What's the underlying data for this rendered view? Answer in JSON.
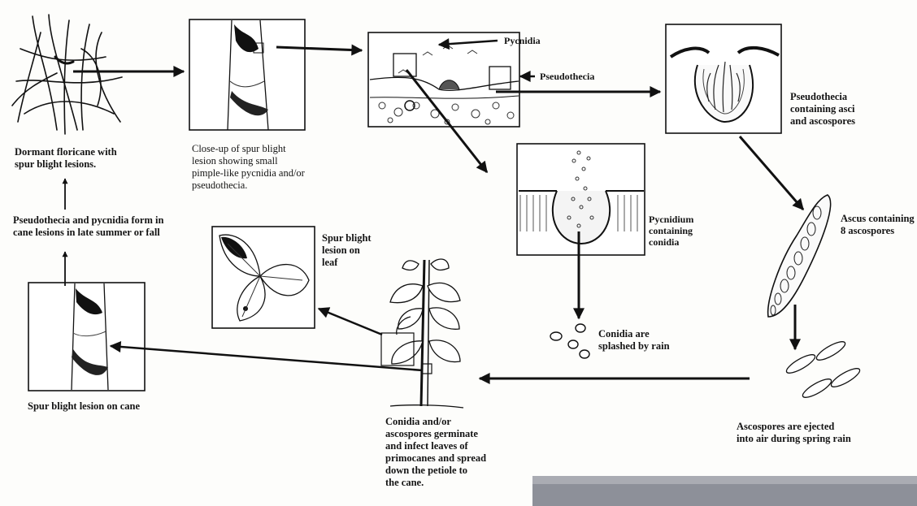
{
  "labels": {
    "dormant_floricane": "Dormant floricane with\nspur blight lesions.",
    "closeup_lesion": "Close-up of spur blight\nlesion showing small\npimple-like pycnidia and/or\npseudothecia.",
    "pycnidia": "Pycnidia",
    "pseudothecia": "Pseudothecia",
    "pseudothecia_asci": "Pseudothecia\ncontaining asci\nand ascospores",
    "ascus_8": "Ascus containing\n8 ascospores",
    "pycnidium_conidia": "Pycnidium\ncontaining\nconidia",
    "pseudothecia_form": "Pseudothecia and pycnidia form in\ncane lesions in late summer or fall",
    "lesion_leaf": "Spur blight\nlesion on\nleaf",
    "conidia_splashed": "Conidia are\nsplashed by rain",
    "lesion_cane": "Spur blight lesion on cane",
    "germinate": "Conidia and/or\nascospores germinate\nand infect leaves of\nprimocanes and spread\ndown the petiole to\nthe cane.",
    "ascospores_ejected": "Ascospores are ejected\ninto air during spring rain"
  }
}
